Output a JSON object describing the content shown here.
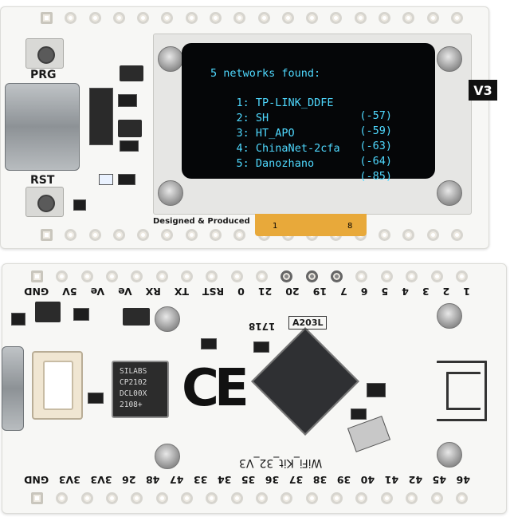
{
  "top_board": {
    "button_prg_label": "PRG",
    "button_rst_label": "RST",
    "version_badge": "V3",
    "credit_text": "Designed & Produced",
    "flex_text": "1",
    "flex_text_b": "8",
    "oled": {
      "header": "5 networks found:",
      "networks": [
        {
          "index": "1:",
          "ssid": "TP-LINK_DDFE",
          "rssi": "(-57)"
        },
        {
          "index": "2:",
          "ssid": "SH",
          "rssi": "(-59)"
        },
        {
          "index": "3:",
          "ssid": "HT_APO",
          "rssi": "(-63)"
        },
        {
          "index": "4:",
          "ssid": "ChinaNet-2cfa",
          "rssi": "(-64)"
        },
        {
          "index": "5:",
          "ssid": "Danozhano",
          "rssi": "(-85)"
        }
      ],
      "text_color": "#4fd9ff"
    }
  },
  "bottom_board": {
    "top_pin_labels": [
      "GND",
      "5V",
      "Ve",
      "Ve",
      "RX",
      "TX",
      "RST",
      "0",
      "21",
      "20",
      "19",
      "7",
      "6",
      "5",
      "4",
      "3",
      "2",
      "1"
    ],
    "bottom_pin_labels": [
      "GND",
      "3V3",
      "3V3",
      "26",
      "48",
      "47",
      "33",
      "34",
      "35",
      "36",
      "37",
      "38",
      "39",
      "40",
      "41",
      "42",
      "45",
      "46"
    ],
    "cp_chip_lines": [
      "SILABS",
      "CP2102",
      "DCL00X",
      "2108+"
    ],
    "ce_mark": "CE",
    "board_name": "WiFi_Kit_32_V3",
    "label_1718": "1718",
    "crystal_label": "A203L"
  }
}
